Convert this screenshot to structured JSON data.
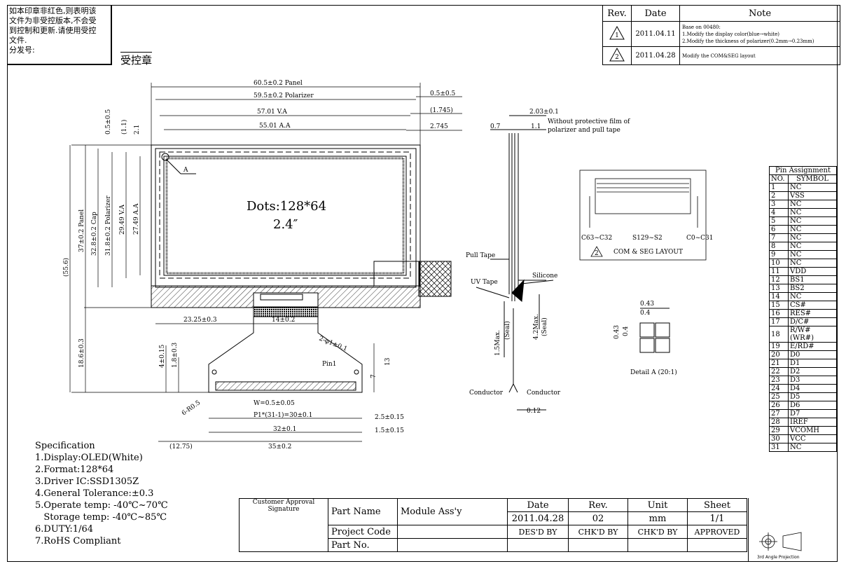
{
  "stamp": {
    "lines": [
      "如本印章非红色,则表明该",
      "文件为非受控版本,不会受",
      "到控制和更新.请使用受控",
      "文件.",
      "分发号:"
    ],
    "label": "受控章"
  },
  "revision": {
    "headers": [
      "Rev.",
      "Date",
      "Note"
    ],
    "rows": [
      {
        "rev": "1",
        "date": "2011.04.11",
        "note1": "Base on 00480:",
        "note2": "1.Modify the display color(blue→white)",
        "note3": "2.Modify the thickness of polarizer(0.2mm→0.23mm)"
      },
      {
        "rev": "2",
        "date": "2011.04.28",
        "note1": "Modify the COM&SEG layout",
        "note2": "",
        "note3": ""
      }
    ]
  },
  "drawing": {
    "dots": "Dots:128*64",
    "size": "2.4″",
    "dim_panel_w": "60.5±0.2 Panel",
    "dim_pol_w": "59.5±0.2 Polarizer",
    "dim_va_w": "57.01 V.A",
    "dim_aa_w": "55.01 A.A",
    "dim_r1": "0.5±0.5",
    "dim_r2": "(1.745)",
    "dim_r3": "2.745",
    "dim_v1": "0.5±0.5",
    "dim_v2": "(1.1)",
    "dim_v3": "2.1",
    "dim_panel_h": "37±0.2 Panel",
    "dim_cap_h": "32.8±0.2 Cap",
    "dim_pol_h": "31.8±0.2 Polarizer",
    "dim_va_h": "29.49 V.A",
    "dim_aa_h": "27.49 A.A",
    "dim_total": "(55.6)",
    "dim_fpc_h": "18.6±0.3",
    "dim_a": "A",
    "dim_left": "23.25±0.3",
    "dim_fpc_w": "14±0.2",
    "dim_hole": "2-φ1±0.1",
    "dim_pin1": "Pin1",
    "dim_13": "13",
    "dim_7": "7",
    "dim_4": "4±0.15",
    "dim_18": "1.8±0.3",
    "dim_w": "W=0.5±0.05",
    "dim_pitch": "P1*(31-1)=30±0.1",
    "dim_25": "2.5±0.15",
    "dim_32": "32±0.1",
    "dim_15": "1.5±0.15",
    "dim_r05": "6-R0.5",
    "dim_1275": "(12.75)",
    "dim_35": "35±0.2",
    "side_203": "2.03±0.1",
    "side_07": "0.7",
    "side_11": "1.1",
    "side_note1": "Without  protective film of",
    "side_note2": "polarizer and pull tape",
    "side_pull": "Pull Tape",
    "side_uv": "UV Tape",
    "side_silicone": "Silicone",
    "side_15max": "1.5Max.",
    "side_seal1": "(Seal)",
    "side_42max": "4.2Max.",
    "side_seal2": "(Seal)",
    "side_cond1": "Conductor",
    "side_cond2": "Conductor",
    "side_012": "0.12",
    "com_left": "C63~C32",
    "com_mid": "S129~S2",
    "com_right": "C0~C31",
    "com_rev": "2",
    "com_title": "COM & SEG LAYOUT",
    "detail_043a": "0.43",
    "detail_04a": "0.4",
    "detail_043b": "0.43",
    "detail_04b": "0.4",
    "detail_title": "Detail A (20:1)"
  },
  "pins": {
    "title": "Pin Assignment",
    "col_no": "NO.",
    "col_symbol": "SYMBOL",
    "rows": [
      [
        "1",
        "NC"
      ],
      [
        "2",
        "VSS"
      ],
      [
        "3",
        "NC"
      ],
      [
        "4",
        "NC"
      ],
      [
        "5",
        "NC"
      ],
      [
        "6",
        "NC"
      ],
      [
        "7",
        "NC"
      ],
      [
        "8",
        "NC"
      ],
      [
        "9",
        "NC"
      ],
      [
        "10",
        "NC"
      ],
      [
        "11",
        "VDD"
      ],
      [
        "12",
        "BS1"
      ],
      [
        "13",
        "BS2"
      ],
      [
        "14",
        "NC"
      ],
      [
        "15",
        "CS#"
      ],
      [
        "16",
        "RES#"
      ],
      [
        "17",
        "D/C#"
      ],
      [
        "18",
        "R/W# (WR#)"
      ],
      [
        "19",
        "E/RD#"
      ],
      [
        "20",
        "D0"
      ],
      [
        "21",
        "D1"
      ],
      [
        "22",
        "D2"
      ],
      [
        "23",
        "D3"
      ],
      [
        "24",
        "D4"
      ],
      [
        "25",
        "D5"
      ],
      [
        "26",
        "D6"
      ],
      [
        "27",
        "D7"
      ],
      [
        "28",
        "IREF"
      ],
      [
        "29",
        "VCOMH"
      ],
      [
        "30",
        "VCC"
      ],
      [
        "31",
        "NC"
      ]
    ]
  },
  "spec": {
    "title": "Specification",
    "lines": [
      "1.Display:OLED(White)",
      "2.Format:128*64",
      "3.Driver IC:SSD1305Z",
      "4.General Tolerance:±0.3",
      "5.Operate temp: -40℃~70℃",
      "   Storage temp: -40℃~85℃",
      "6.DUTY:1/64",
      "7.RoHS Compliant"
    ]
  },
  "titleblock": {
    "customer": "Customer Approval Signature",
    "part_name_label": "Part Name",
    "part_name": "Module Ass'y",
    "project_code_label": "Project Code",
    "part_no_label": "Part No.",
    "date_label": "Date",
    "rev_label": "Rev.",
    "unit_label": "Unit",
    "sheet_label": "Sheet",
    "date": "2011.04.28",
    "rev": "02",
    "unit": "mm",
    "sheet": "1/1",
    "desd": "DES'D BY",
    "chkd1": "CHK'D BY",
    "chkd2": "CHK'D BY",
    "approved": "APPROVED",
    "projection": "3rd Angle Projection"
  }
}
